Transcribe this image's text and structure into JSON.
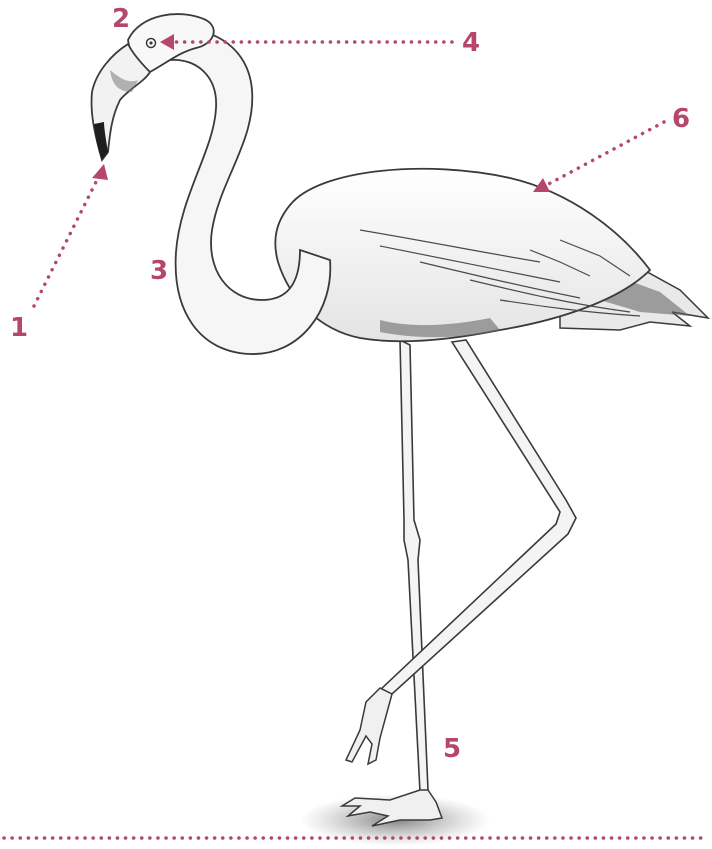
{
  "colors": {
    "accent": "#b5476a",
    "ink": "#3a3a3a",
    "shade": "#8a8a8a",
    "paper": "#ffffff"
  },
  "labels": {
    "l1": "1",
    "l2": "2",
    "l3": "3",
    "l4": "4",
    "l5": "5",
    "l6": "6"
  }
}
